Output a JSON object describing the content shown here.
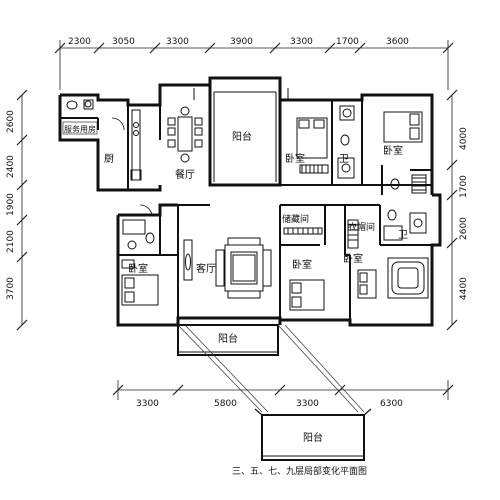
{
  "dimensions": {
    "top": [
      "2300",
      "3050",
      "3300",
      "3900",
      "3300",
      "1700",
      "3600"
    ],
    "bottom": [
      "3300",
      "5800",
      "3300",
      "6300"
    ],
    "left": [
      "2600",
      "2400",
      "1900",
      "2100",
      "3700"
    ],
    "right": [
      "4000",
      "1700",
      "2600",
      "4400"
    ]
  },
  "rooms": {
    "service": "服务用房",
    "kitchen": "厨",
    "dining": "餐厅",
    "balcony_top": "阳台",
    "bedroom_upper_mid": "卧室",
    "bath_upper": "卫",
    "bedroom_upper_right": "卧室",
    "bedroom_left": "卧室",
    "living": "客厅",
    "storage": "储藏间",
    "cloak": "衣帽间",
    "bath_right": "卫",
    "bedroom_lower_mid": "卧室",
    "bedroom_lower_right": "卧室",
    "balcony_bottom": "阳台",
    "balcony_detail": "阳台"
  },
  "caption": "三、五、七、九层局部变化平面图"
}
